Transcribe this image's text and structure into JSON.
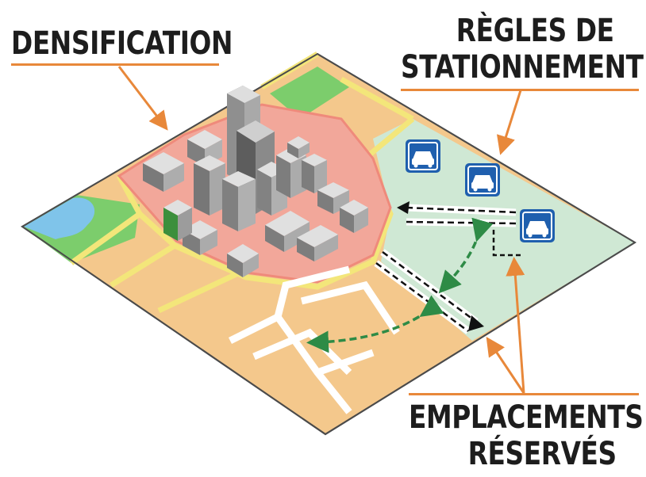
{
  "labels": {
    "densification": "DENSIFICATION",
    "regles_line1": "RÈGLES DE",
    "regles_line2": "STATIONNEMENT",
    "emplacements_line1": "EMPLACEMENTS",
    "emplacements_line2": "RÉSERVÉS"
  },
  "icons": [
    "car-icon",
    "car-icon",
    "car-icon"
  ],
  "colors": {
    "accent_orange": "#e8883a",
    "dense_zone": "#f2a79a",
    "lots": "#f6c98d",
    "green_zone": "#cfe8d4",
    "park": "#7ccd6c",
    "water": "#7fc4ea",
    "parking_blue": "#1f5fae",
    "arrow_green": "#2e8b46"
  }
}
